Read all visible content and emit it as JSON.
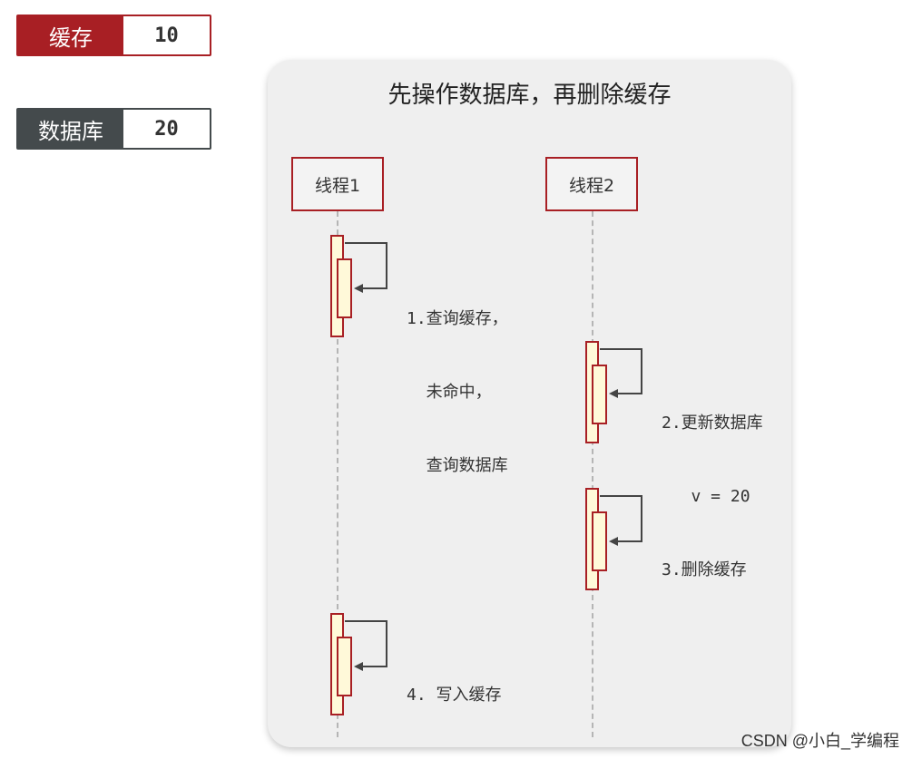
{
  "legend": {
    "cache": {
      "label": "缓存",
      "value": "10",
      "color": "#a81f24"
    },
    "database": {
      "label": "数据库",
      "value": "20",
      "color": "#444a4c"
    }
  },
  "diagram": {
    "title": "先操作数据库，再删除缓存",
    "actors": [
      {
        "label": "线程1"
      },
      {
        "label": "线程2"
      }
    ],
    "steps": [
      {
        "actor": 1,
        "lines": [
          "1.查询缓存，",
          "  未命中，",
          "  查询数据库"
        ]
      },
      {
        "actor": 2,
        "lines": [
          "2.更新数据库",
          "   v = 20"
        ]
      },
      {
        "actor": 2,
        "lines": [
          "3.删除缓存"
        ]
      },
      {
        "actor": 1,
        "lines": [
          "4. 写入缓存"
        ]
      }
    ]
  },
  "watermark": "CSDN @小白_学编程"
}
